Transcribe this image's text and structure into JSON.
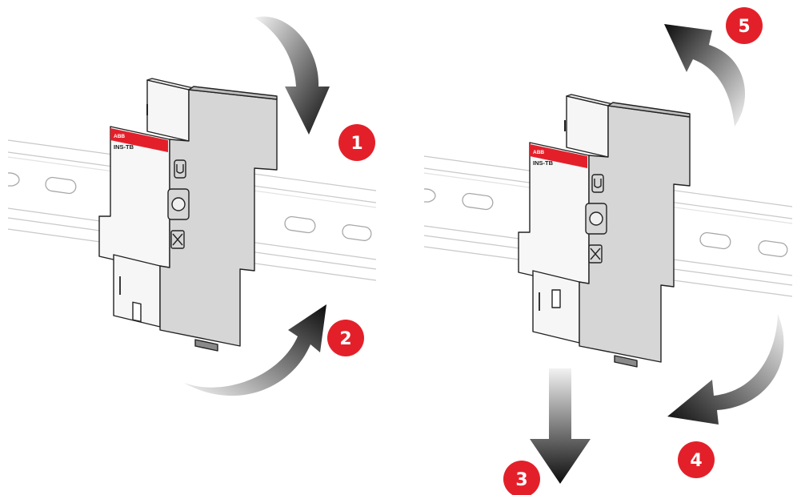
{
  "device": {
    "brand": "ABB",
    "model": "INS-TB"
  },
  "steps": {
    "mount": [
      {
        "number": "1",
        "direction": "down"
      },
      {
        "number": "2",
        "direction": "push-in"
      }
    ],
    "dismount": [
      {
        "number": "3",
        "direction": "pull-down"
      },
      {
        "number": "4",
        "direction": "tilt-out"
      },
      {
        "number": "5",
        "direction": "lift-off"
      }
    ]
  },
  "colors": {
    "badge": "#e3202a",
    "housing": "#d6d6d6",
    "housing_side": "#f4f4f4",
    "arrow_dark": "#111111",
    "arrow_light": "#f2f2f2",
    "rail": "#bdbdbd"
  }
}
